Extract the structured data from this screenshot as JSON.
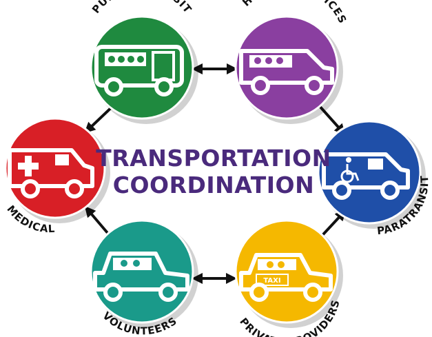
{
  "title": {
    "line1": "TRANSPORTATION",
    "line2": "COORDINATION",
    "color": "#4a2a7c"
  },
  "nodes": [
    {
      "id": "public-transit",
      "label": "PUBLIC TRANSIT",
      "color": "#1f8a3f",
      "icon": "bus-icon"
    },
    {
      "id": "human-services",
      "label": "HUMAN SERVICES",
      "color": "#8a3fa0",
      "icon": "van-icon"
    },
    {
      "id": "paratransit",
      "label": "PARATRANSIT",
      "color": "#1f4fa8",
      "icon": "wheelchair-van-icon"
    },
    {
      "id": "private-providers",
      "label": "PRIVATE PROVIDERS",
      "color": "#f5b800",
      "icon": "taxi-icon",
      "sign": "TAXI"
    },
    {
      "id": "volunteers",
      "label": "VOLUNTEERS",
      "color": "#1a9a8a",
      "icon": "car-icon"
    },
    {
      "id": "medical",
      "label": "MEDICAL",
      "color": "#d81f26",
      "icon": "ambulance-icon"
    }
  ]
}
